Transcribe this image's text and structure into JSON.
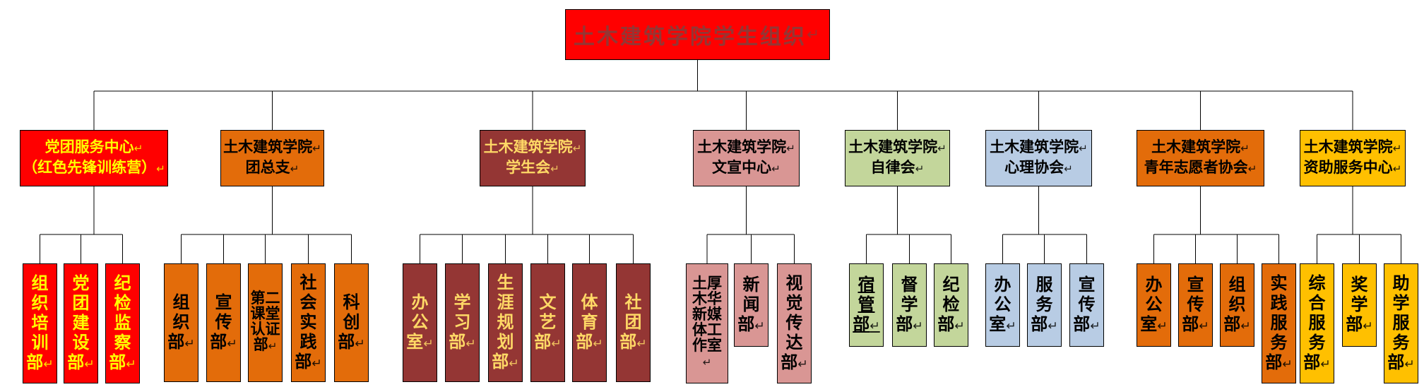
{
  "title": {
    "text": "土木建筑学院学生组织",
    "bg": "#FF0000",
    "text_color": "#943634"
  },
  "marks": {
    "line_break": "↵"
  },
  "connector_color": "#000000",
  "groups": [
    {
      "name": "party-league-service-center",
      "header_lines": [
        "党团服务中心",
        "（红色先锋训练营）"
      ],
      "bg": "#FF0000",
      "text_color": "#FFFF00",
      "children": [
        {
          "label": "组织培训部"
        },
        {
          "label": "党团建设部"
        },
        {
          "label": "纪检监察部"
        }
      ]
    },
    {
      "name": "league-general-branch",
      "header_lines": [
        "土木建筑学院",
        "团总支"
      ],
      "bg": "#E36C0A",
      "text_color": "#000000",
      "children": [
        {
          "label": "组织部"
        },
        {
          "label": "宣传部"
        },
        {
          "label": "第二课堂认证部"
        },
        {
          "label": "社会实践部"
        },
        {
          "label": "科创部"
        }
      ]
    },
    {
      "name": "student-union",
      "header_lines": [
        "土木建筑学院",
        "学生会"
      ],
      "bg": "#943634",
      "text_color": "#FFD966",
      "children": [
        {
          "label": "办公室"
        },
        {
          "label": "学习部"
        },
        {
          "label": "生涯规划部"
        },
        {
          "label": "文艺部"
        },
        {
          "label": "体育部"
        },
        {
          "label": "社团部"
        }
      ]
    },
    {
      "name": "culture-publicity-center",
      "header_lines": [
        "土木建筑学院",
        "文宣中心"
      ],
      "bg": "#D99694",
      "text_color": "#000000",
      "children": [
        {
          "label": "土厚木华新媒体工作室"
        },
        {
          "label": "新闻部"
        },
        {
          "label": "视觉传达部"
        }
      ]
    },
    {
      "name": "self-discipline-association",
      "header_lines": [
        "土木建筑学院",
        "自律会"
      ],
      "bg": "#C3D69B",
      "text_color": "#000000",
      "children": [
        {
          "label": "宿管部",
          "underline": true
        },
        {
          "label": "督学部"
        },
        {
          "label": "纪检部"
        }
      ]
    },
    {
      "name": "psychology-association",
      "header_lines": [
        "土木建筑学院",
        "心理协会"
      ],
      "bg": "#B8CCE4",
      "text_color": "#000000",
      "children": [
        {
          "label": "办公室"
        },
        {
          "label": "服务部"
        },
        {
          "label": "宣传部"
        }
      ]
    },
    {
      "name": "youth-volunteers-association",
      "header_lines": [
        "土木建筑学院",
        "青年志愿者协会"
      ],
      "bg": "#E36C0A",
      "text_color": "#000000",
      "children": [
        {
          "label": "办公室"
        },
        {
          "label": "宣传部"
        },
        {
          "label": "组织部"
        },
        {
          "label": "实践服务部"
        }
      ]
    },
    {
      "name": "financial-aid-service-center",
      "header_lines": [
        "土木建筑学院",
        "资助服务中心"
      ],
      "bg": "#FFC000",
      "text_color": "#000000",
      "children": [
        {
          "label": "综合服务部"
        },
        {
          "label": "奖学部"
        },
        {
          "label": "助学服务部"
        }
      ]
    }
  ]
}
